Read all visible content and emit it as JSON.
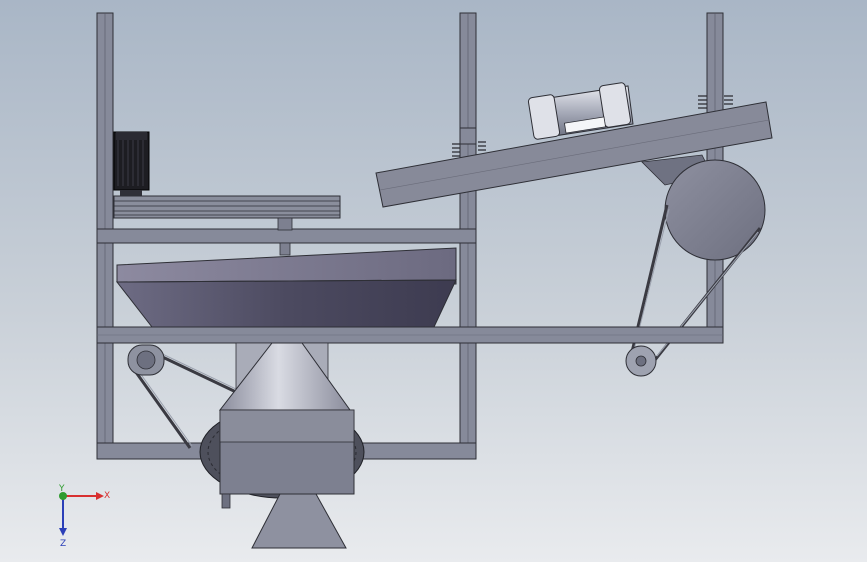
{
  "viewport": {
    "background_top": "#a9b6c6",
    "background_bottom": "#e9ebee"
  },
  "model": {
    "frame_color": "#868a9a",
    "frame_edge": "#2e2f36",
    "motor_color": "#1d1d22",
    "bowl_color": "#5a5870",
    "cylinder_color": "#b8bcc8",
    "belt_color": "#3a3a42"
  },
  "triad": {
    "x_label": "X",
    "y_label": "Y",
    "z_label": "Z",
    "x_color": "#d83030",
    "y_color": "#2f9c2f",
    "z_color": "#2b3fb8"
  }
}
